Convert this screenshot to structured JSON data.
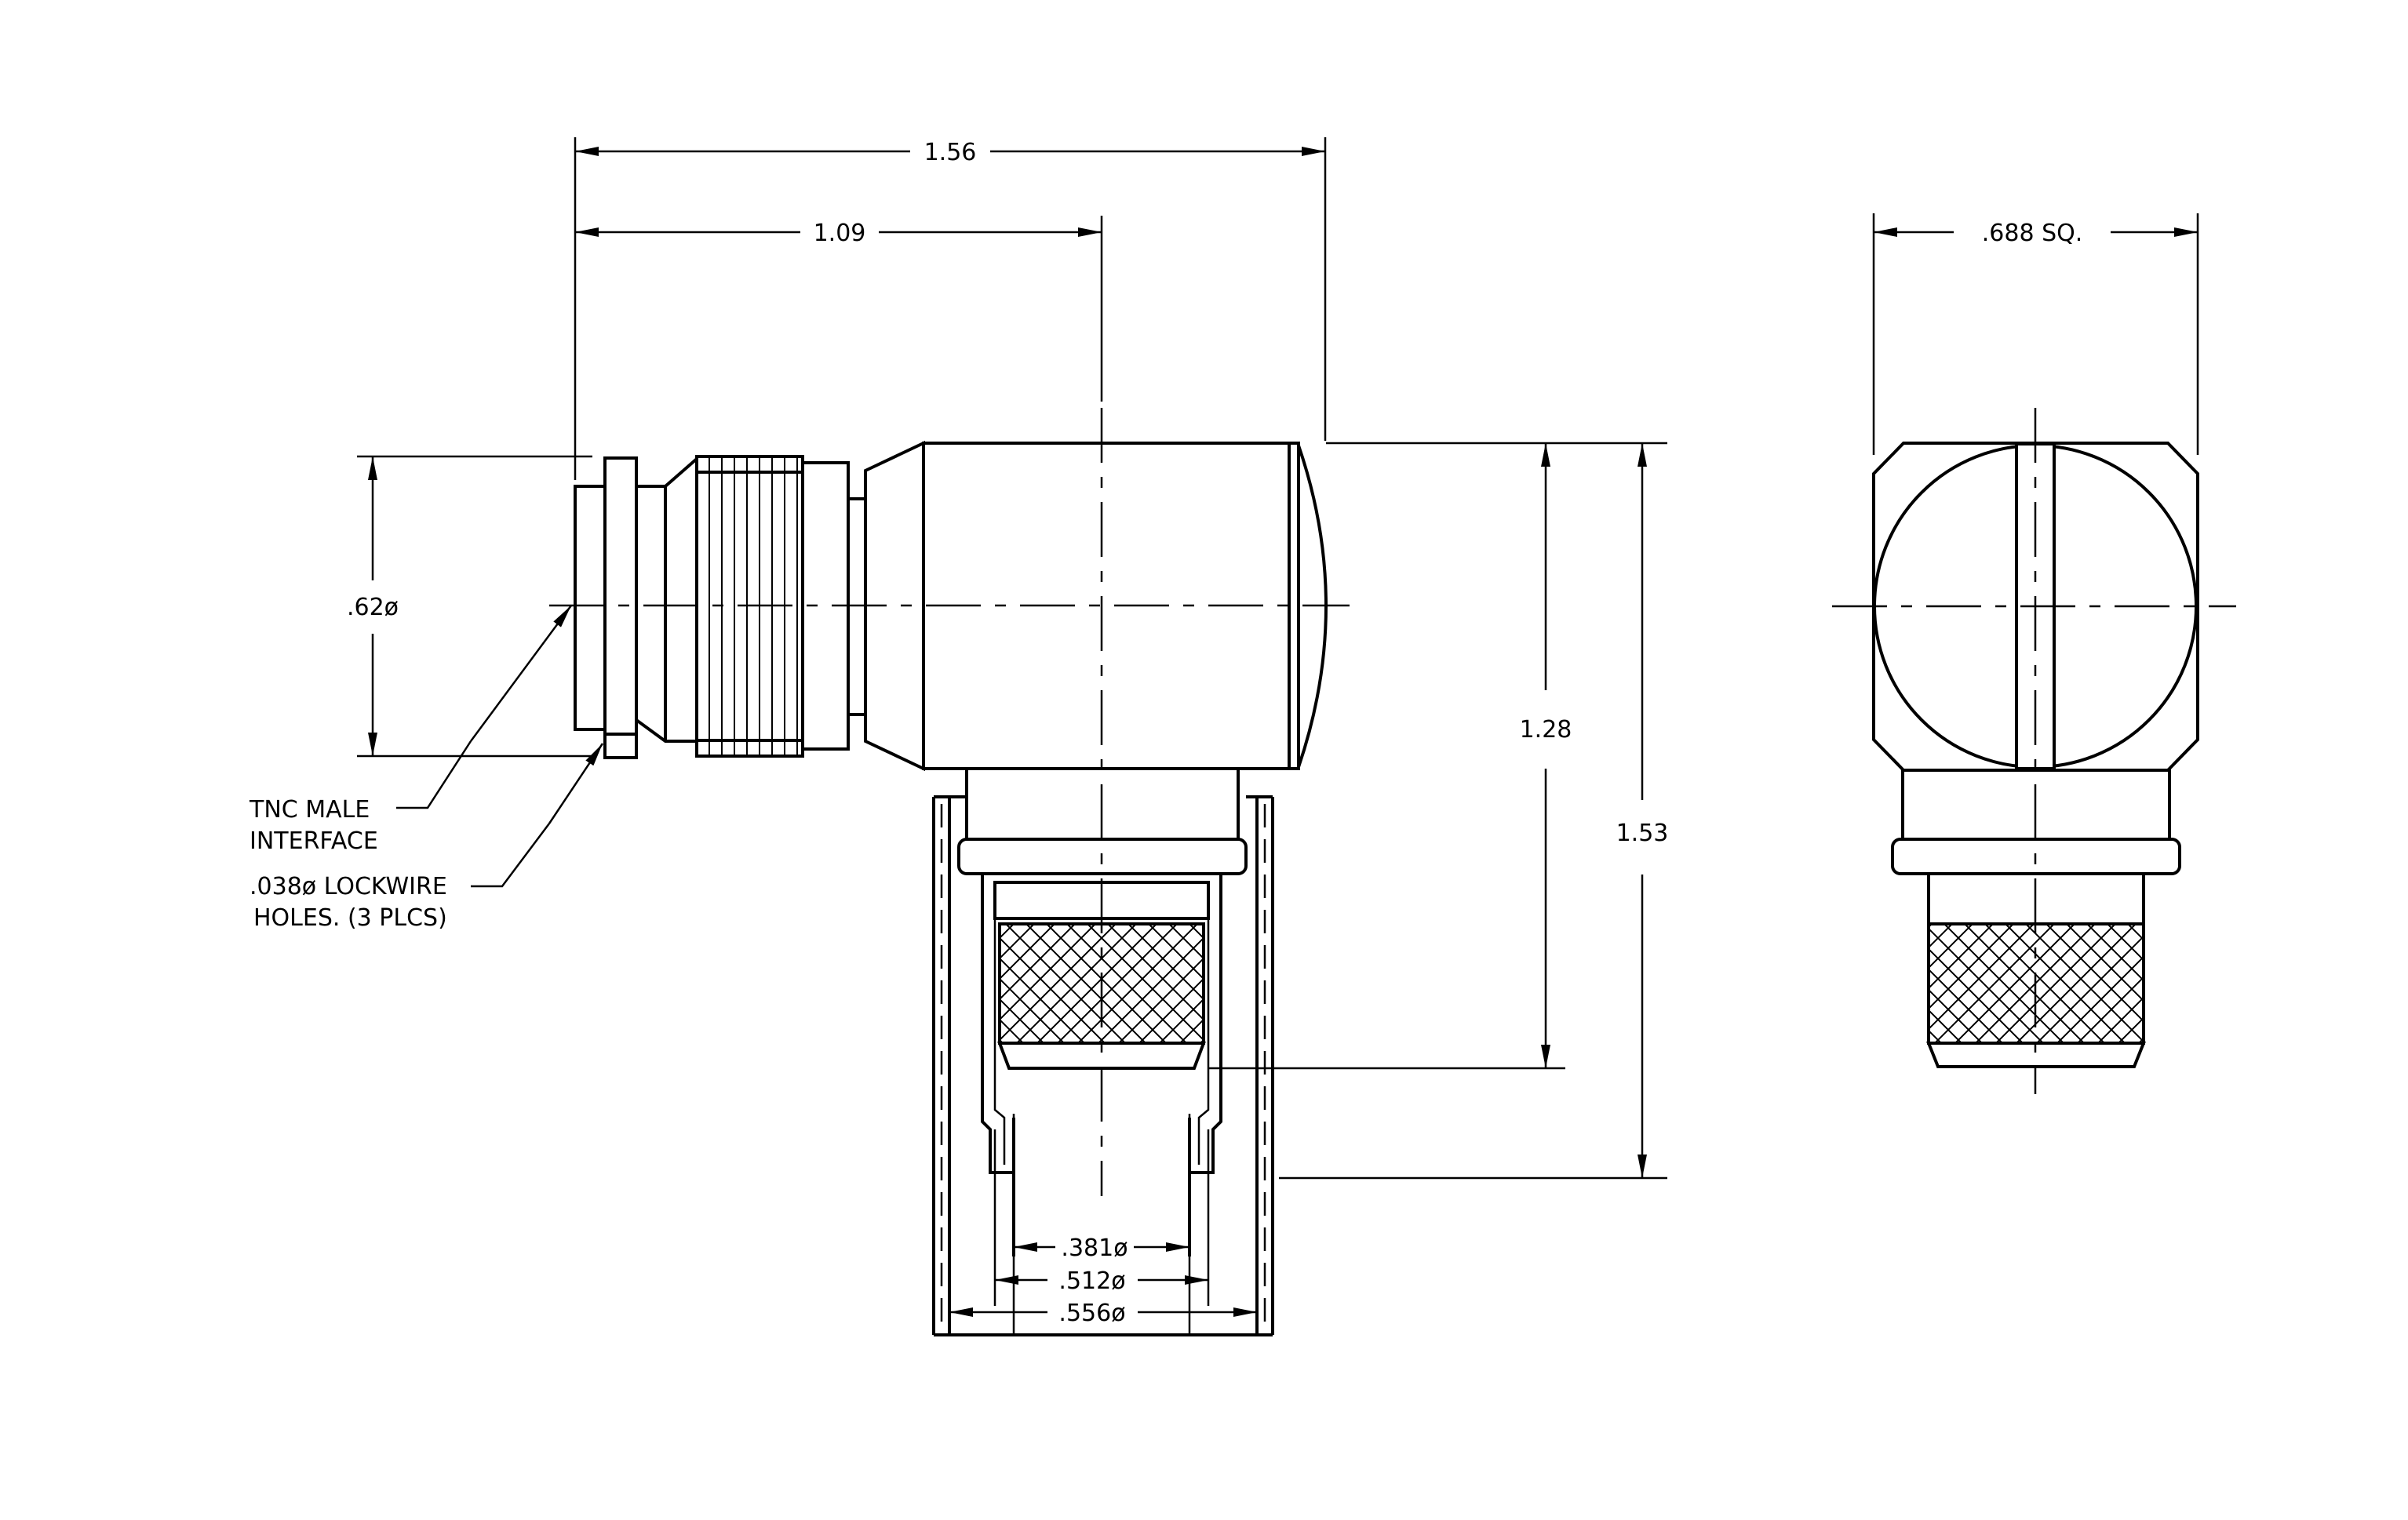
{
  "labels": {
    "dim_overall_length": "1.56",
    "dim_center_offset": "1.09",
    "dim_square": ".688  SQ.",
    "dim_body_dia": ".62ø",
    "dim_center_to_cable": "1.28",
    "dim_overall_height": "1.53",
    "dim_cable_381": ".381ø",
    "dim_cable_512": ".512ø",
    "dim_cable_556": ".556ø",
    "callout_interface_l1": "TNC  MALE",
    "callout_interface_l2": "INTERFACE",
    "callout_lockwire_l1": ".038ø  LOCKWIRE",
    "callout_lockwire_l2": "HOLES.  (3  PLCS)"
  },
  "colors": {
    "ink": "#000000",
    "paper": "#ffffff"
  }
}
